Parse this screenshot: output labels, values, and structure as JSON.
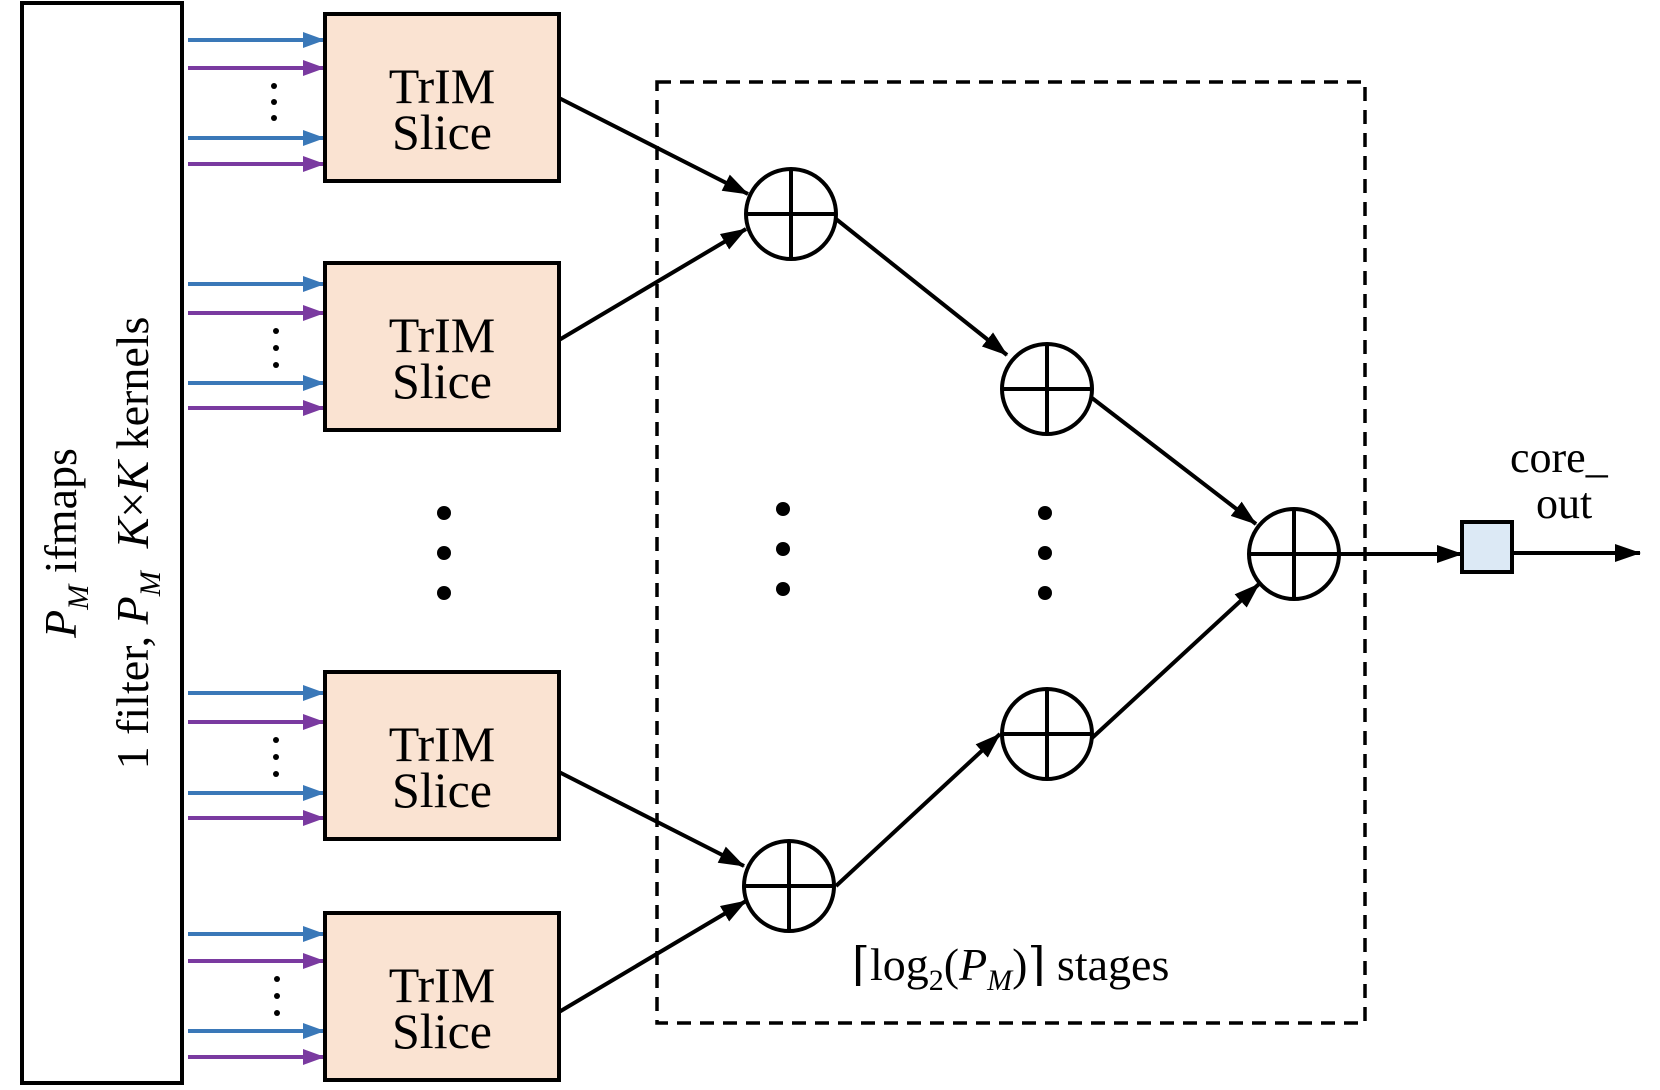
{
  "diagram": {
    "left_panel": {
      "line1_var": "P",
      "line1_sub": "M",
      "line1_rest": " ifmaps",
      "line2_pre": "1 filter, ",
      "line2_var": "P",
      "line2_sub": "M",
      "line2_mid": "  ",
      "line2_k1": "K",
      "line2_times": "×",
      "line2_k2": "K",
      "line2_rest": " kernels"
    },
    "slices": [
      {
        "line1": "TrIM",
        "line2": "Slice"
      },
      {
        "line1": "TrIM",
        "line2": "Slice"
      },
      {
        "line1": "TrIM",
        "line2": "Slice"
      },
      {
        "line1": "TrIM",
        "line2": "Slice"
      }
    ],
    "stages_label": {
      "open": "⌈log",
      "base": "2",
      "paren_open": "(",
      "var": "P",
      "sub": "M",
      "paren_close": ")⌉ stages"
    },
    "output_label": {
      "line1": "core_",
      "line2": "out"
    },
    "colors": {
      "blue_arrow": "#3a78b8",
      "purple_arrow": "#7a3aa0",
      "slice_fill": "#fae3d2",
      "register_fill": "#dce9f5"
    }
  }
}
